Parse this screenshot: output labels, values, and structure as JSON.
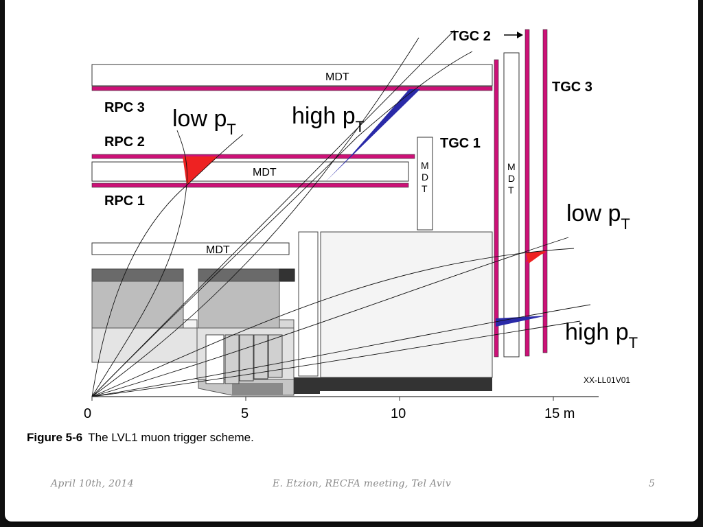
{
  "diagram": {
    "labels": {
      "tgc1": "TGC 1",
      "tgc2": "TGC 2",
      "tgc3": "TGC 3",
      "rpc1": "RPC 1",
      "rpc2": "RPC 2",
      "rpc3": "RPC 3",
      "mdt": "MDT",
      "mdt_vertical": [
        "M",
        "D",
        "T"
      ],
      "low_pt_main": "low p",
      "low_pt_sub": "T",
      "high_pt_main": "high p",
      "high_pt_sub": "T",
      "code": "XX-LL01V01"
    },
    "axis": {
      "ticks": [
        "0",
        "5",
        "10",
        "15 m"
      ]
    },
    "colors": {
      "chamber": "#cc1177",
      "low_pt": "#ee2222",
      "high_pt": "#2a2aa8"
    }
  },
  "caption": {
    "label": "Figure 5-6",
    "text": "The LVL1 muon trigger scheme."
  },
  "footer": {
    "date": "April 10th, 2014",
    "event": "E. Etzion, RECFA meeting, Tel Aviv",
    "page": "5"
  }
}
